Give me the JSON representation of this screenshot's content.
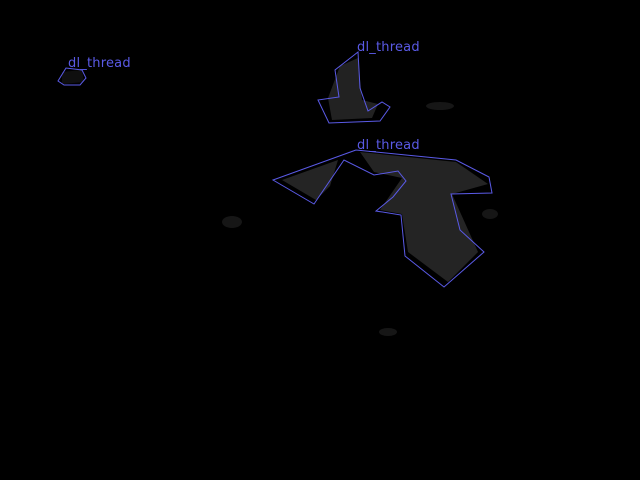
{
  "image": {
    "background_color": "#000000",
    "annotation_color": "#5a5ae6"
  },
  "annotations": [
    {
      "label": "dl_thread"
    },
    {
      "label": "dl_thread"
    },
    {
      "label": "dl_thread"
    }
  ]
}
